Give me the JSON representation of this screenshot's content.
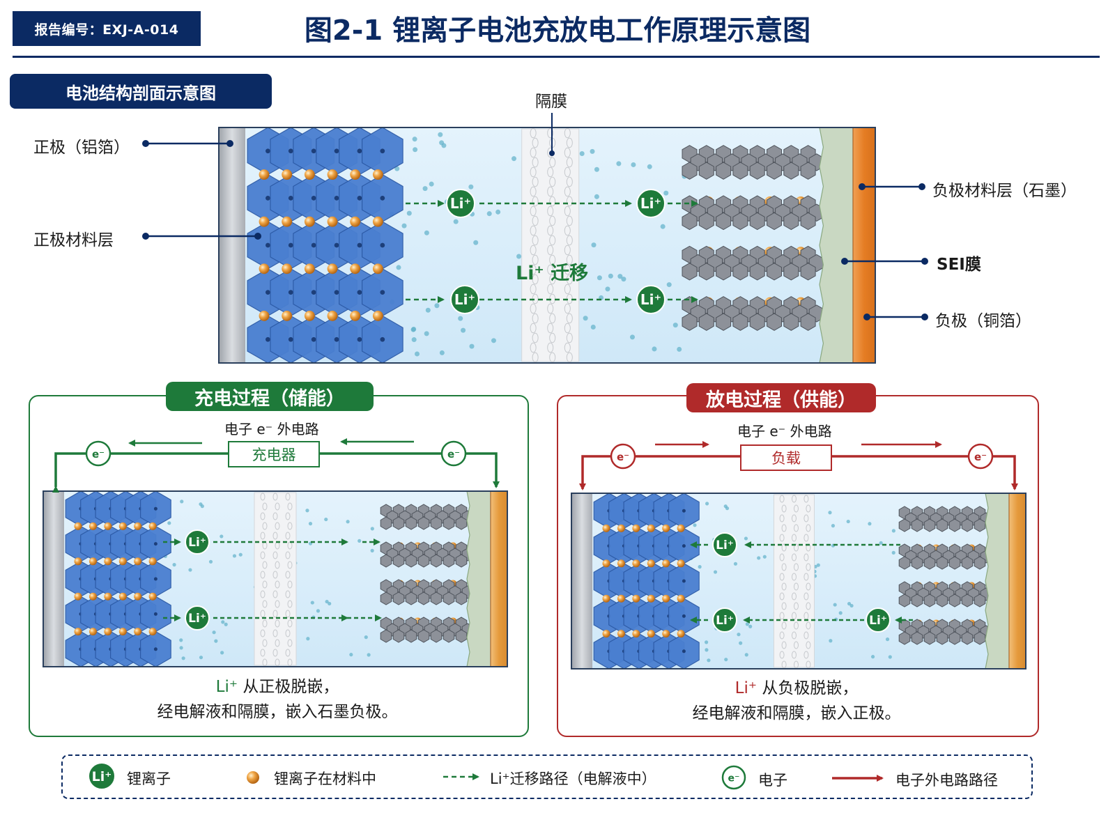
{
  "header": {
    "report_id": "报告编号：EXJ-A-014",
    "title": "图2-1  锂离子电池充放电工作原理示意图"
  },
  "top_section": {
    "badge": "电池结构剖面示意图",
    "labels": {
      "separator": "隔膜",
      "cathode_foil": "正极（铝箔）",
      "cathode_layer": "正极材料层",
      "anode_layer": "负极材料层（石墨）",
      "sei": "SEI膜",
      "anode_foil": "负极（铜箔）"
    },
    "ion_label": "Li⁺",
    "migration": "Li⁺ 迁移"
  },
  "charge": {
    "title": "充电过程（储能）",
    "circuit_title": "电子 e⁻ 外电路",
    "device": "充电器",
    "electron_label": "e⁻",
    "ion_label": "Li⁺",
    "caption_li": "Li⁺",
    "caption_line1": " 从正极脱嵌，",
    "caption_line2": "经电解液和隔膜，嵌入石墨负极。"
  },
  "discharge": {
    "title": "放电过程（供能）",
    "circuit_title": "电子 e⁻ 外电路",
    "device": "负载",
    "electron_label": "e⁻",
    "ion_label": "Li⁺",
    "caption_li": "Li⁺",
    "caption_line1": " 从负极脱嵌，",
    "caption_line2": "经电解液和隔膜，嵌入正极。"
  },
  "legend": {
    "ion_symbol": "Li⁺",
    "ion": "锂离子",
    "ion_in_material": "锂离子在材料中",
    "migration_path": "Li⁺迁移路径（电解液中）",
    "electron_symbol": "e⁻",
    "electron": "电子",
    "circuit_path": "电子外电路路径"
  },
  "colors": {
    "navy": "#0b2a63",
    "green": "#1e7a3a",
    "red": "#b02a2a",
    "electrolyte": "#d9eefa",
    "cathode_blue": "#4a7fd0",
    "graphite_gray": "#8d9199",
    "lithium_orange": "#e3932f",
    "copper": "#e58a36",
    "aluminum": "#b8bcc2"
  },
  "icons": [
    "lithium-ion-badge-icon",
    "electron-badge-icon",
    "lithium-sphere-icon",
    "separator-icon",
    "graphite-layer-icon",
    "cathode-crystal-icon"
  ]
}
